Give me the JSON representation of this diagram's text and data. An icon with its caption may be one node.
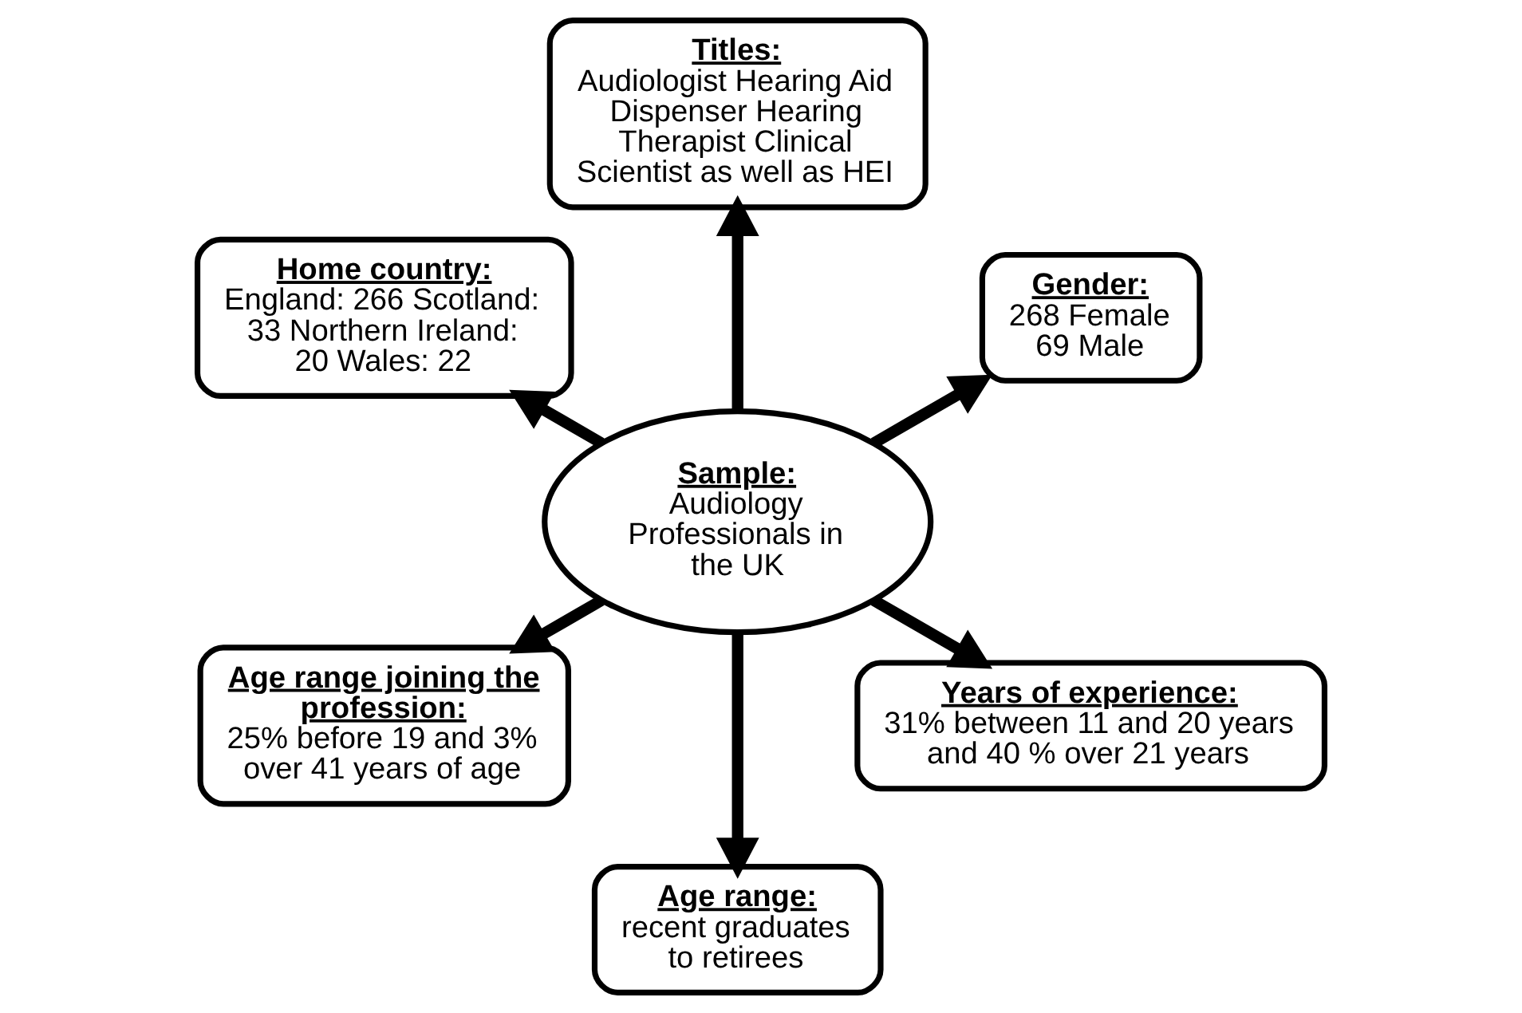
{
  "diagram": {
    "nodes": [
      {
        "text": [
          "Gender:",
          "268 Female 69 Male"
        ]
      },
      {
        "text": [
          "Titles:",
          "Audiologist Hearing Aid Dispenser Hearing Therapist Clinical Scientist as well as HEI"
        ]
      },
      {
        "text": [
          "Home country:",
          "England: 266 Scotland: 33 Northern Ireland: 20 Wales: 22"
        ]
      },
      {
        "text": [
          "Sample:",
          "Audiology Professionals in the UK"
        ]
      },
      {
        "text": [
          "Age range joining the profession:",
          "25% before 19 and 3% over 41 years of age"
        ]
      },
      {
        "text": [
          "Age range:",
          "recent graduates to retirees"
        ]
      },
      {
        "text": [
          "Years of experience:",
          "31% between 11 and 20 years and 40 % over 21 years"
        ]
      }
    ],
    "edges": [
      {
        "from": 3,
        "to": 0,
        "arrow": "to"
      },
      {
        "from": 3,
        "to": 1,
        "arrow": "to"
      },
      {
        "from": 3,
        "to": 2,
        "arrow": "to"
      },
      {
        "from": 3,
        "to": 4,
        "arrow": "to"
      },
      {
        "from": 3,
        "to": 5,
        "arrow": "to"
      },
      {
        "from": 3,
        "to": 6,
        "arrow": "to"
      }
    ]
  }
}
